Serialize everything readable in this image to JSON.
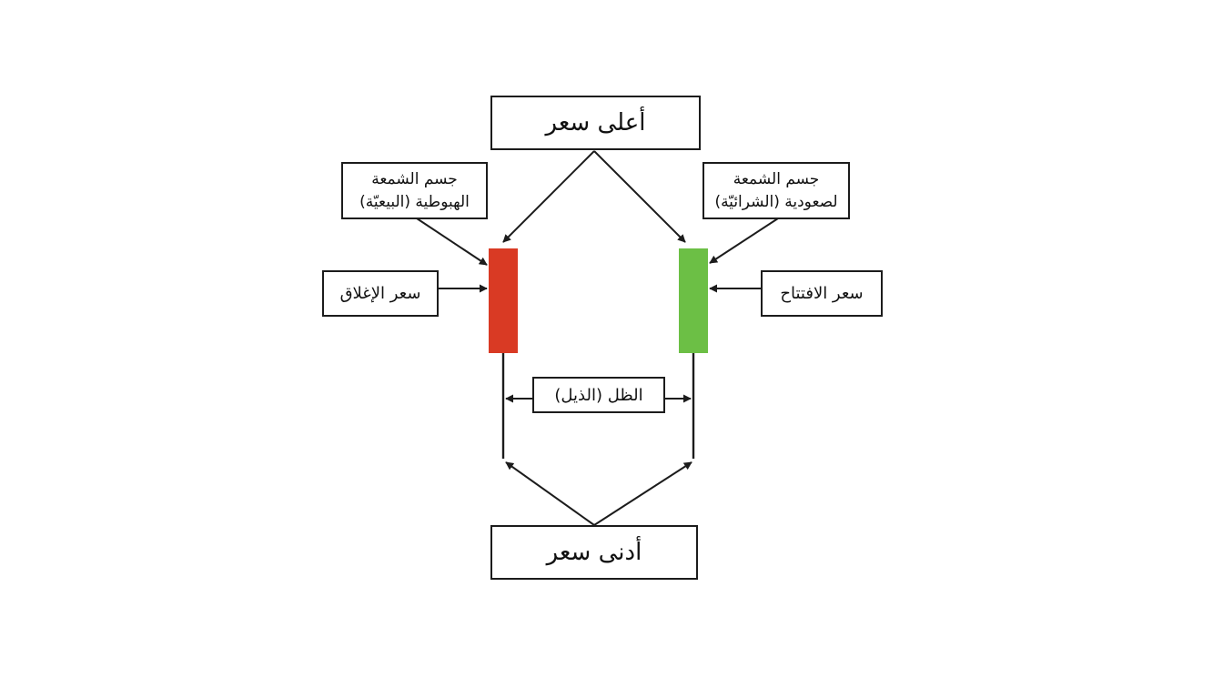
{
  "labels": {
    "high": "أعلى سعر",
    "low": "أدنى سعر",
    "bearish_body": [
      "جسم الشمعة",
      "الهبوطية (البيعيّة)"
    ],
    "bullish_body": [
      "جسم الشمعة",
      "لصعودية (الشرائيّة)"
    ],
    "close": "سعر الإغلاق",
    "open": "سعر الافتتاح",
    "shadow": "الظل (الذيل)"
  },
  "colors": {
    "bearish": "#d93a24",
    "bullish": "#6cbf45",
    "line": "#1c1c1c"
  }
}
